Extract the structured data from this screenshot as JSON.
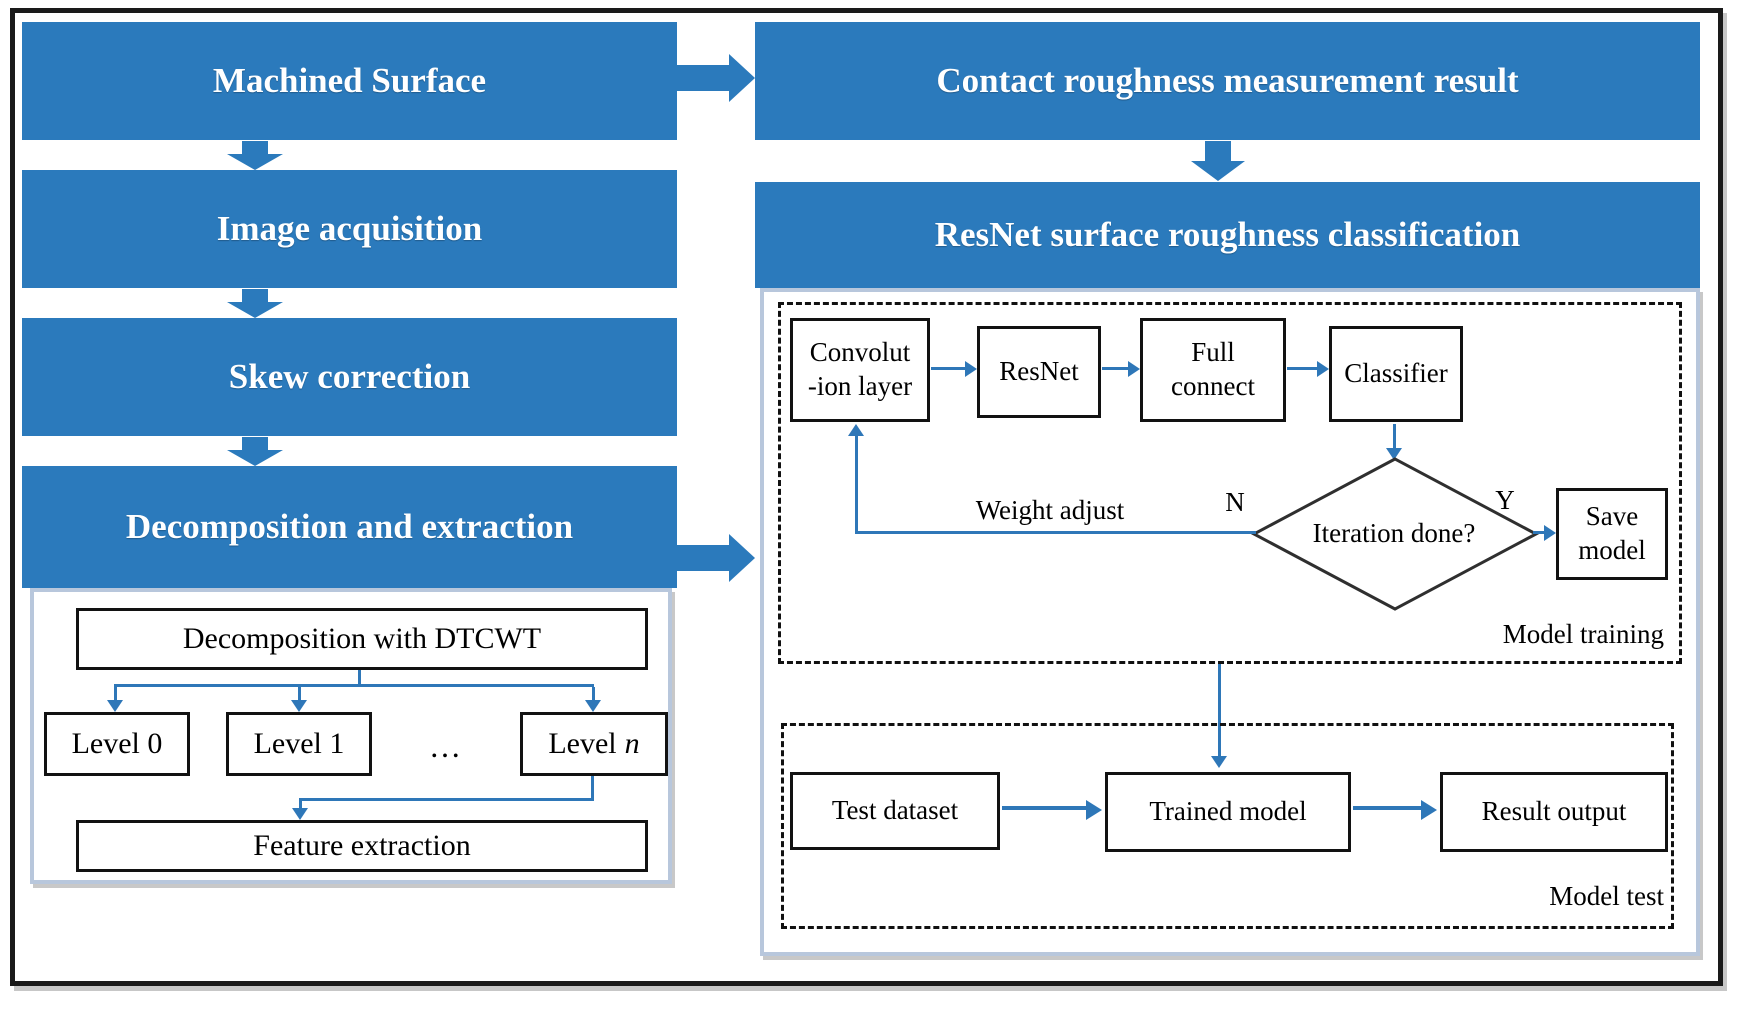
{
  "colors": {
    "box_blue": "#2b7abc",
    "line_blue": "#2e77b8",
    "panel_border": "#b8c7dc"
  },
  "left_flow": {
    "step1": "Machined Surface",
    "step2": "Image acquisition",
    "step3": "Skew correction",
    "step4": "Decomposition and extraction"
  },
  "decomposition": {
    "root": "Decomposition with DTCWT",
    "level0": "Level 0",
    "level1": "Level 1",
    "ellipsis": "…",
    "leveln_prefix": "Level",
    "leveln_var": "n",
    "feature": "Feature extraction"
  },
  "right_flow": {
    "measurement_header": "Contact roughness measurement result",
    "classification_header": "ResNet surface roughness classification"
  },
  "training": {
    "conv_line1": "Convolut",
    "conv_line2": "-ion layer",
    "resnet": "ResNet",
    "full_line1": "Full",
    "full_line2": "connect",
    "classifier": "Classifier",
    "weight_adjust_label": "Weight adjust",
    "no_label": "N",
    "decision": "Iteration done?",
    "yes_label": "Y",
    "save_line1": "Save",
    "save_line2": "model",
    "section_label": "Model training"
  },
  "testing": {
    "dataset": "Test dataset",
    "trained_model": "Trained model",
    "result_output": "Result output",
    "section_label": "Model test"
  }
}
